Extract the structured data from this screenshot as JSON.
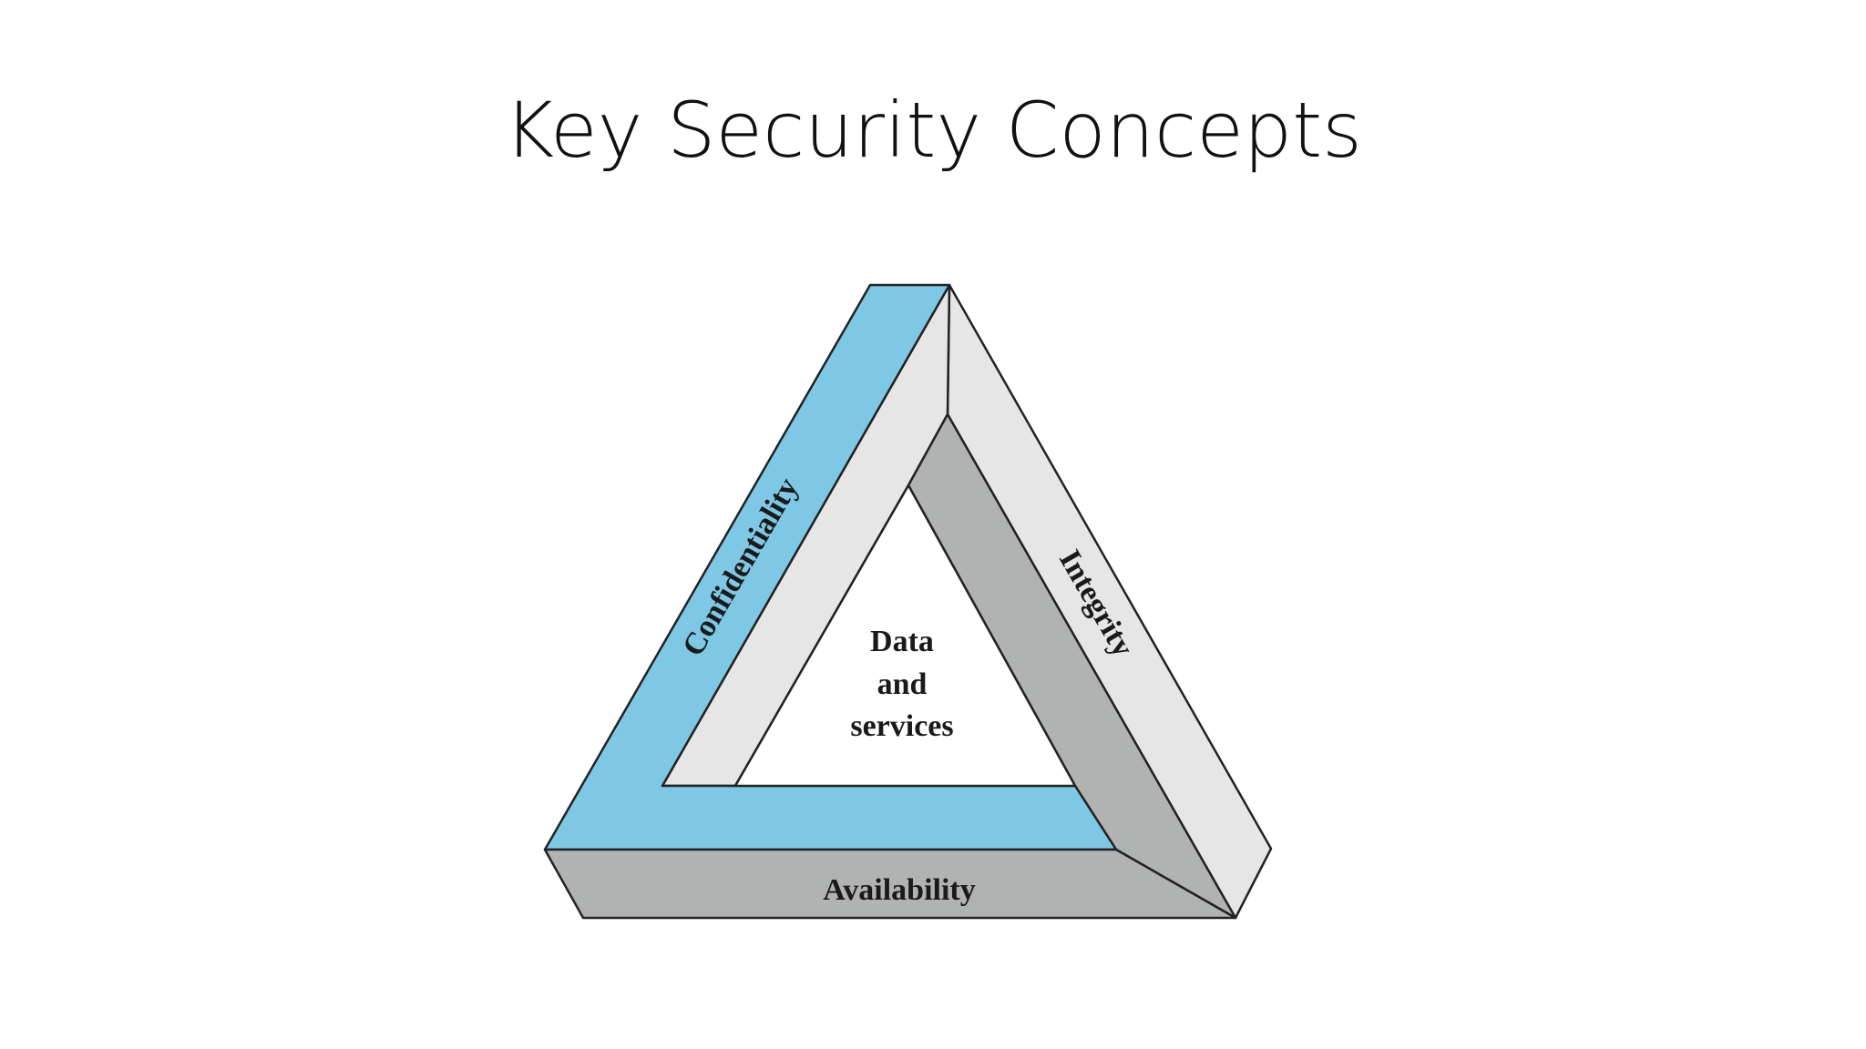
{
  "slide": {
    "title": "Key Security Concepts"
  },
  "diagram": {
    "type": "impossible-triangle",
    "sides": {
      "left": "Confidentiality",
      "right": "Integrity",
      "bottom": "Availability"
    },
    "center": {
      "line1": "Data",
      "line2": "and",
      "line3": "services"
    },
    "colors": {
      "confidentiality": "#7ec8e6",
      "light_face": "#e6e6e6",
      "dark_face": "#b1b2b2",
      "outline": "#222222",
      "background": "#ffffff"
    }
  }
}
